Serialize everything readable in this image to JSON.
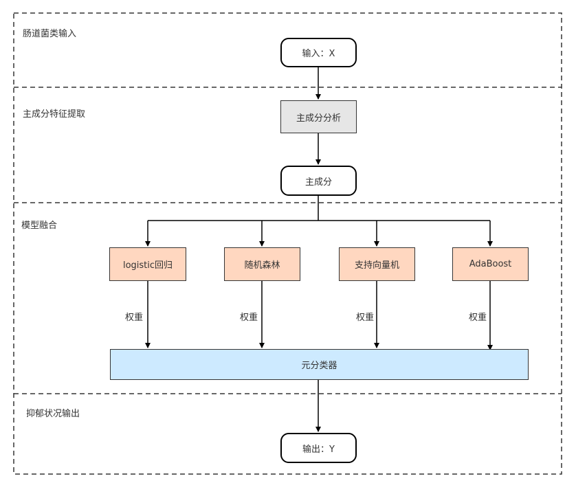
{
  "sections": {
    "input": "肠道菌类输入",
    "feature": "主成分特征提取",
    "fusion": "模型融合",
    "output": "抑郁状况输出"
  },
  "nodes": {
    "input": "输入：X",
    "pca": "主成分分析",
    "principal": "主成分",
    "logistic": "logistic回归",
    "random_forest": "随机森林",
    "svm": "支持向量机",
    "adaboost": "AdaBoost",
    "meta_classifier": "元分类器",
    "output": "输出：Y"
  },
  "weight_label": "权重",
  "colors": {
    "process_fill": "#e6e6e6",
    "model_fill": "#ffd7c0",
    "meta_fill": "#cdeaff"
  }
}
